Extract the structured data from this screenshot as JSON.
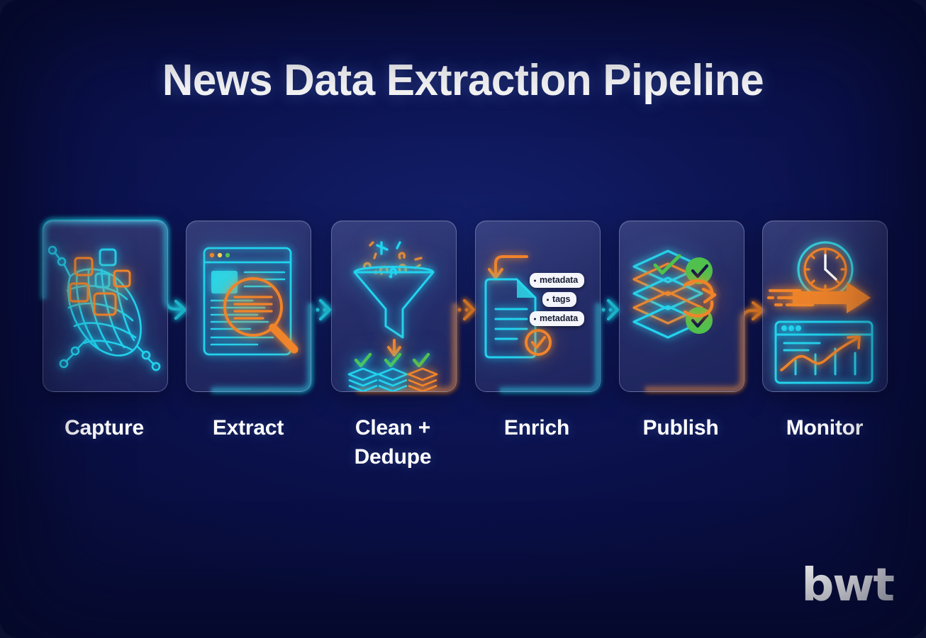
{
  "page": {
    "title": "News Data Extraction Pipeline",
    "brand_logo": "bwt",
    "background_color": "#0a1048",
    "accent_cyan": "#22d3ee",
    "accent_orange": "#f0842a",
    "accent_green": "#4ec24e",
    "card_fill": "#3a4070",
    "text_color": "#ffffff"
  },
  "pipeline": {
    "steps": [
      {
        "id": "capture",
        "label": "Capture",
        "icon": "net-catching-data-squares-icon",
        "connector_out": {
          "color": "#22d3ee",
          "style": "wrap-top-solid-arrow"
        }
      },
      {
        "id": "extract",
        "label": "Extract",
        "icon": "article-magnifier-icon",
        "connector_out": {
          "color": "#22d3ee",
          "style": "dotted-chevron"
        }
      },
      {
        "id": "clean-dedupe",
        "label": "Clean +\nDedupe",
        "label_line1": "Clean +",
        "label_line2": "Dedupe",
        "icon": "funnel-dedupe-stacks-icon",
        "connector_out": {
          "color": "#f0842a",
          "style": "dotted-chevron"
        }
      },
      {
        "id": "enrich",
        "label": "Enrich",
        "icon": "document-metadata-tags-icon",
        "tags": [
          "metadata",
          "tags",
          "metadata"
        ],
        "connector_out": {
          "color": "#22d3ee",
          "style": "dotted-chevron"
        }
      },
      {
        "id": "publish",
        "label": "Publish",
        "icon": "stacked-layers-verified-icon",
        "connector_out": {
          "color": "#f0842a",
          "style": "wrap-bottom-solid-arrow"
        }
      },
      {
        "id": "monitor",
        "label": "Monitor",
        "icon": "speed-clock-dashboard-icon",
        "connector_out": null
      }
    ]
  }
}
